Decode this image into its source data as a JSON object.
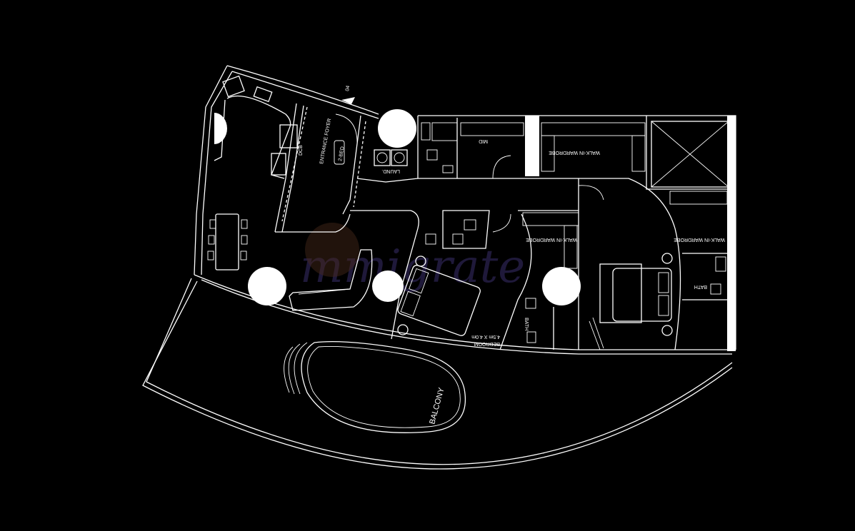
{
  "plan": {
    "north_marker": "04",
    "kitchen_tag": "DCB",
    "entrance": "ENTRANCE FOYER",
    "unit_type": "2-BED",
    "laundry": "LAUND.",
    "maid": "MID",
    "wardrobe_1": "WALK-IN WARDROBE",
    "wardrobe_2": "WALK-IN WARDROBE",
    "wardrobe_3": "WALK-IN WARDROBE",
    "bedroom": "BEDROOM",
    "bedroom_size": "4.5m X 4.0m",
    "bath_1": "BATH",
    "bath_2": "BATH",
    "balcony": "BALCONY"
  },
  "watermark": "mmigrate",
  "colors": {
    "background": "#000000",
    "lines": "#ffffff",
    "watermark": "#3a2f6a"
  }
}
